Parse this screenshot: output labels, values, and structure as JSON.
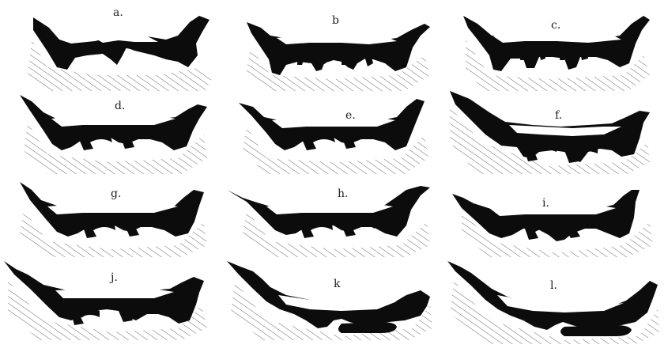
{
  "figure": {
    "ink_color": "#0c0c0c",
    "paper_color": "#ffffff",
    "hatch_color": "#555555",
    "sections": [
      {
        "label": "a.",
        "variant": "early"
      },
      {
        "label": "b",
        "variant": "folds-hook"
      },
      {
        "label": "c.",
        "variant": "folds-hook"
      },
      {
        "label": "d.",
        "variant": "folds-curl"
      },
      {
        "label": "e.",
        "variant": "folds-curl"
      },
      {
        "label": "f.",
        "variant": "folds-curl"
      },
      {
        "label": "g.",
        "variant": "folds-curl"
      },
      {
        "label": "h.",
        "variant": "folds-curl"
      },
      {
        "label": "i.",
        "variant": "folds-curl"
      },
      {
        "label": "j.",
        "variant": "folds-curl"
      },
      {
        "label": "k",
        "variant": "folds-fused"
      },
      {
        "label": "l.",
        "variant": "folds-fused"
      }
    ]
  }
}
